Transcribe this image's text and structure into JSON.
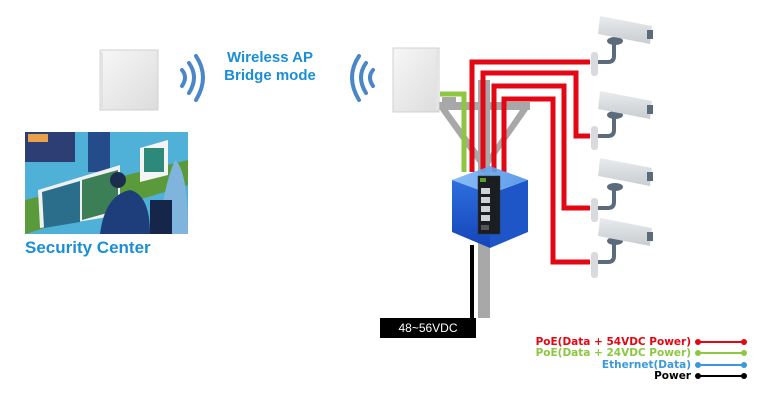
{
  "title": {
    "line1": "Wireless AP",
    "line2": "Bridge mode"
  },
  "security_center": {
    "label": "Security Center"
  },
  "power_supply": {
    "label": "48~56VDC"
  },
  "colors": {
    "accent_blue": "#1a8fd6",
    "poe_54v": "#e30613",
    "poe_24v": "#8dc63f",
    "ethernet": "#3a9ad9",
    "power": "#000000",
    "pole": "#a8a8a8",
    "wave": "#4a86c8"
  },
  "legend": [
    {
      "label": "PoE(Data + 54VDC Power)",
      "color": "#e30613"
    },
    {
      "label": "PoE(Data + 24VDC Power)",
      "color": "#8dc63f"
    },
    {
      "label": "Ethernet(Data)",
      "color": "#3a9ad9"
    },
    {
      "label": "Power",
      "color": "#000000"
    }
  ],
  "devices": {
    "left_ap": "wireless-access-point",
    "right_ap": "wireless-access-point",
    "switch": "industrial-poe-switch",
    "cameras": [
      "ip-camera",
      "ip-camera",
      "ip-camera",
      "ip-camera"
    ]
  }
}
